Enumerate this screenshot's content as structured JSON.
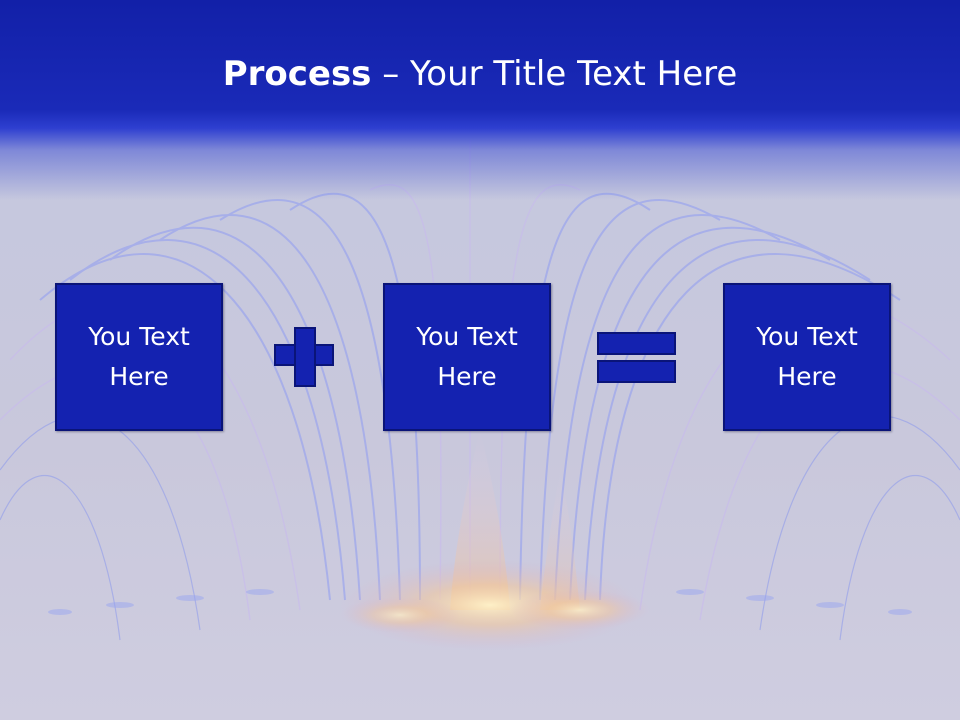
{
  "title": {
    "bold": "Process",
    "rest": " – Your Title Text Here"
  },
  "process": {
    "boxes": [
      {
        "label": "You Text Here"
      },
      {
        "label": "You Text Here"
      },
      {
        "label": "You Text Here"
      }
    ],
    "operators": [
      "plus-icon",
      "equals-icon"
    ]
  },
  "colors": {
    "title_bar": "#1a2ab8",
    "box_fill": "#1422b0",
    "box_border": "#0a1478",
    "text": "#ffffff"
  }
}
